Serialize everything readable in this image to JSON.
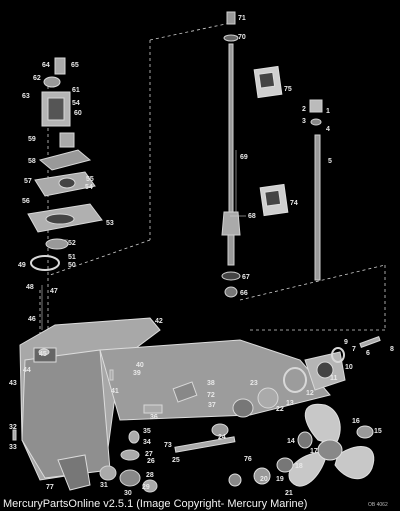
{
  "diagram": {
    "caption": "MercuryPartsOnline v2.5.1 (Image Copyright- Mercury Marine)",
    "drawing_id": "OB 4062",
    "part_callouts": [
      "1",
      "2",
      "3",
      "4",
      "5",
      "6",
      "7",
      "8",
      "9",
      "10",
      "11",
      "12",
      "13",
      "14",
      "15",
      "16",
      "17",
      "18",
      "19",
      "20",
      "21",
      "22",
      "23",
      "24",
      "25",
      "26",
      "27",
      "28",
      "29",
      "30",
      "31",
      "32",
      "33",
      "34",
      "35",
      "36",
      "37",
      "38",
      "39",
      "40",
      "41",
      "42",
      "43",
      "44",
      "45",
      "46",
      "47",
      "48",
      "49",
      "50",
      "51",
      "52",
      "53",
      "54",
      "54",
      "55",
      "56",
      "57",
      "58",
      "59",
      "60",
      "61",
      "62",
      "63",
      "64",
      "65",
      "66",
      "67",
      "68",
      "69",
      "70",
      "71",
      "72",
      "73",
      "74",
      "75",
      "76",
      "77"
    ],
    "colors": {
      "background": "#000000",
      "linework": "#d9d9d9",
      "part_fill": "#b0b0b0"
    }
  }
}
